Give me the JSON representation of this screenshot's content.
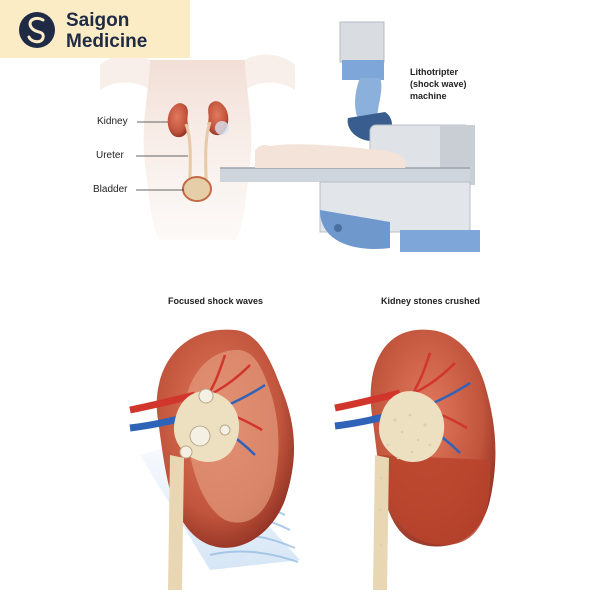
{
  "brand": {
    "line1": "Saigon",
    "line2": "Medicine",
    "icon": "stethoscope-s-logo-icon"
  },
  "anatomy_labels": {
    "kidney": "Kidney",
    "ureter": "Ureter",
    "bladder": "Bladder"
  },
  "machine_label": [
    "Lithotripter",
    "(shock wave)",
    "machine"
  ],
  "panels": {
    "left_title": "Focused shock waves",
    "right_title": "Kidney stones crushed"
  },
  "colors": {
    "logo_bg": "#fbecc6",
    "kidney": "#c0543c",
    "artery": "#d2352c",
    "vein": "#2f63b8",
    "pelvis": "#ede0c0"
  }
}
